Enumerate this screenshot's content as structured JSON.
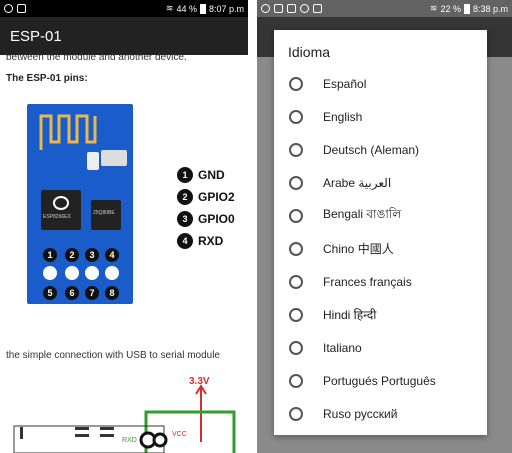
{
  "left": {
    "status": {
      "battery": "44 %",
      "time": "8:07 p.m"
    },
    "appbar_title": "ESP-01",
    "cut_text": "between the module and another device.",
    "heading": "The ESP-01 pins:",
    "chip_labels": {
      "main": "ESP8266EX",
      "flash": "25Q80BE"
    },
    "pin_numbers": [
      "1",
      "2",
      "3",
      "4",
      "5",
      "6",
      "7",
      "8"
    ],
    "legend": [
      {
        "num": "1",
        "label": "GND"
      },
      {
        "num": "2",
        "label": "GPIO2"
      },
      {
        "num": "3",
        "label": "GPIO0"
      },
      {
        "num": "4",
        "label": "RXD"
      }
    ],
    "paragraph": "the simple connection with USB to serial module",
    "schematic": {
      "voltage": "3.3V",
      "vcc": "VCC",
      "rxd": "RXD"
    },
    "colors": {
      "board": "#1a5cc9",
      "appbar": "#222222",
      "voltage": "#d32f2f",
      "wire": "#2e9e2e"
    }
  },
  "right": {
    "status": {
      "battery": "22 %",
      "time": "8:38 p.m"
    },
    "dialog_title": "Idioma",
    "options": [
      "Español",
      "English",
      "Deutsch (Aleman)",
      "Arabe العربية",
      "Bengali বাঙালি",
      "Chino 中國人",
      "Frances français",
      "Hindi हिन्दी",
      "Italiano",
      "Portugués Português",
      "Ruso русский"
    ]
  }
}
